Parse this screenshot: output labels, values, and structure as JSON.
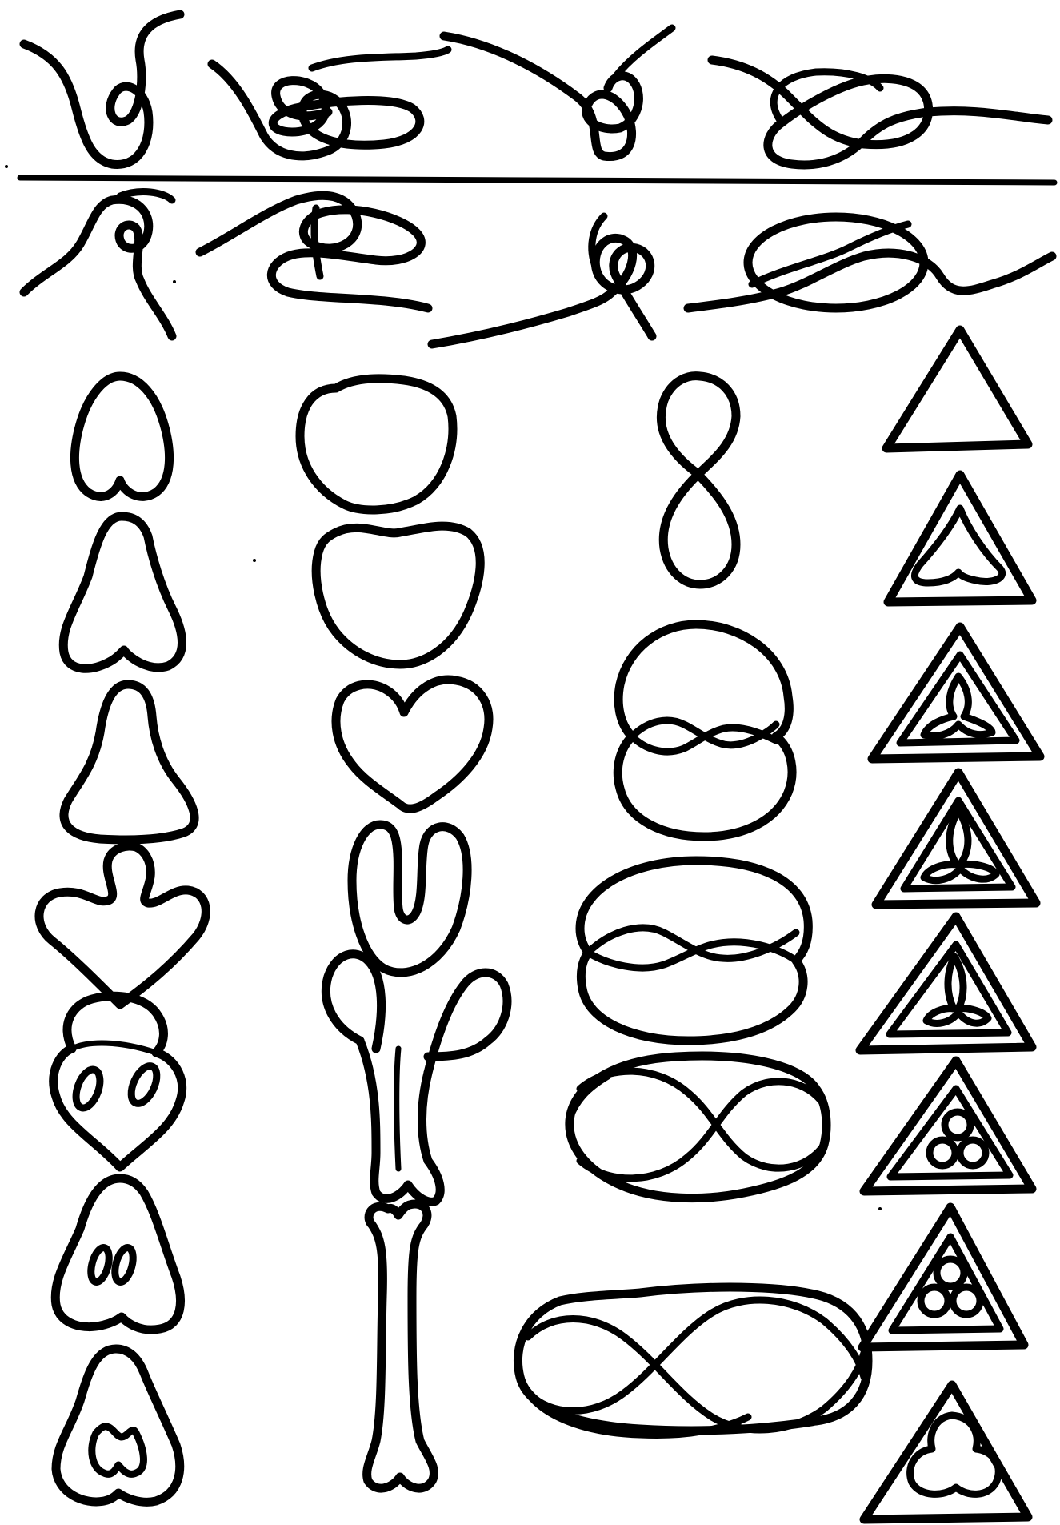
{
  "figure": {
    "background_color": "#ffffff",
    "ink_color": "#000000",
    "top_rows": [
      "knot-drawings-top",
      "knot-drawings-bottom"
    ],
    "columns": [
      {
        "shapes": [
          "lobed-outline",
          "lobed-outline",
          "lobed-outline",
          "trefoil-leaf",
          "outline-with-inner-loops",
          "outline-with-inner-loops",
          "outline-with-inner-loop"
        ]
      },
      {
        "shapes": [
          "kidney-curve",
          "kidney-curve",
          "heart-curve",
          "u-curve",
          "scissors-curve",
          "bone-curve"
        ]
      },
      {
        "shapes": [
          "figure-eight",
          "circle-with-figure-eight",
          "oval-with-figure-eight",
          "lissajous-curve",
          "lissajous-curve"
        ]
      },
      {
        "shapes": [
          "triangle",
          "triangle-with-inner-curve",
          "triangle-with-trefoil",
          "triangle-with-trefoil",
          "triangle-with-trefoil",
          "triangle-with-trefoil",
          "triangle-with-trefoil",
          "triangle-with-trefoil"
        ]
      }
    ]
  }
}
